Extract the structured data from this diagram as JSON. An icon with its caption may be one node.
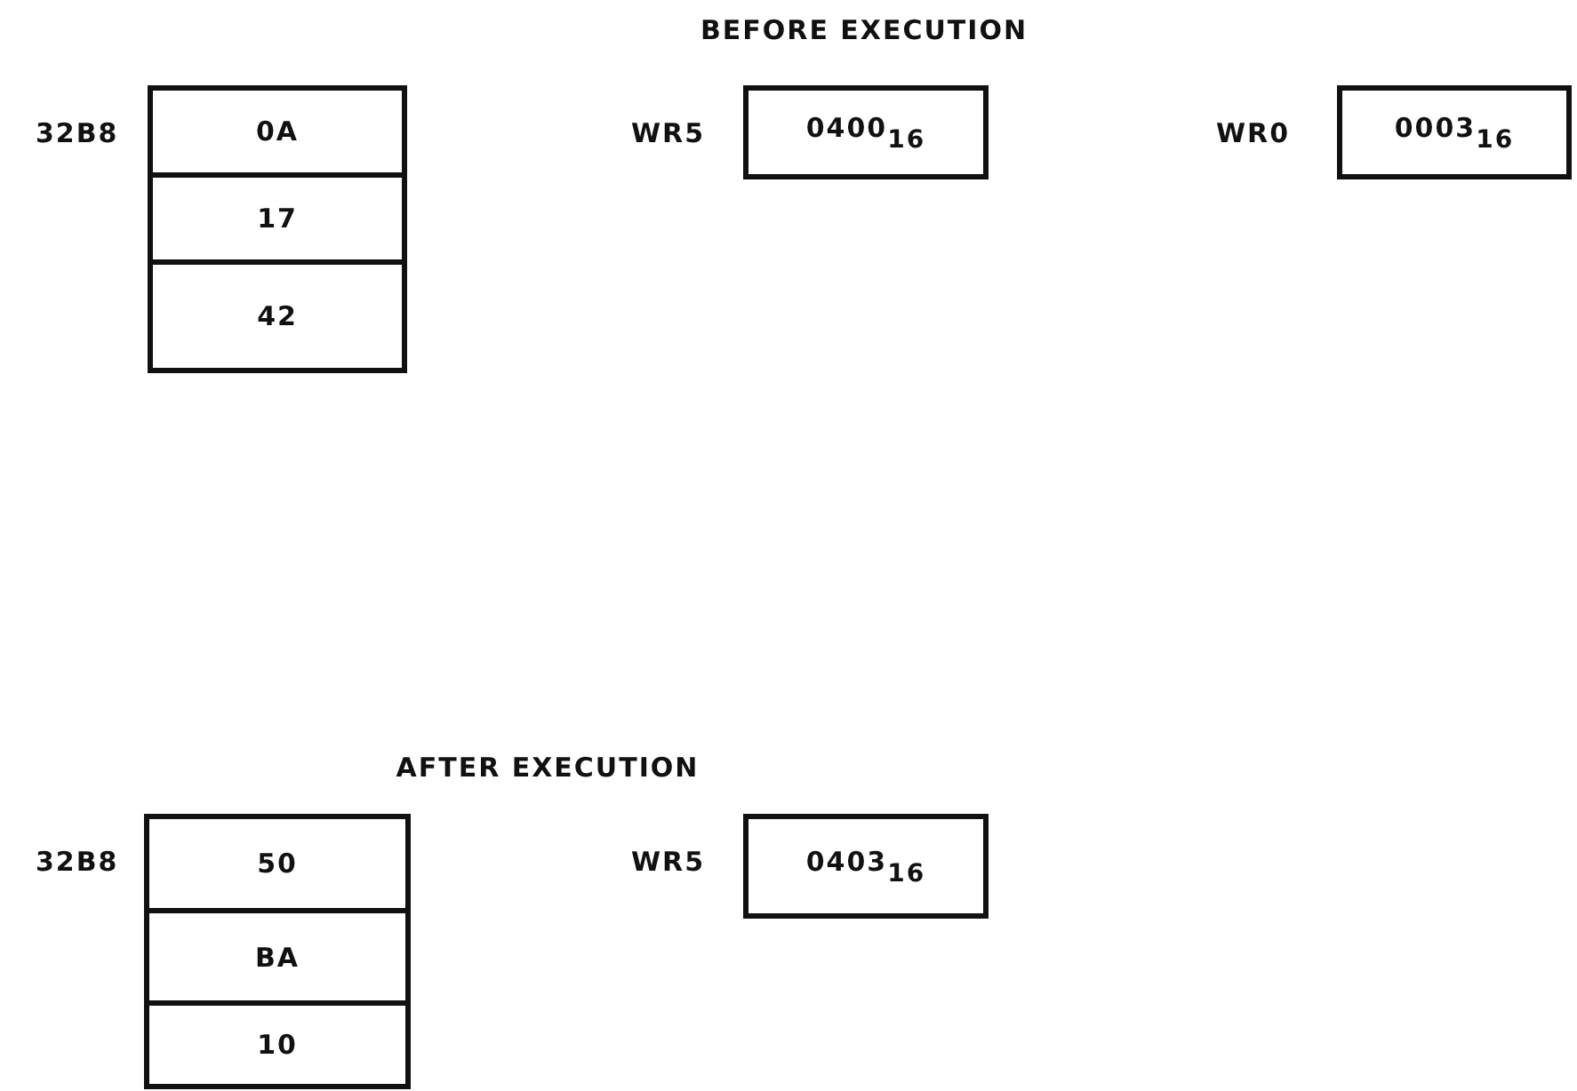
{
  "diagram": {
    "nodes": [
      {
        "text": [
          "0A"
        ],
        "beside": [
          "32B8"
        ]
      },
      {
        "text": [
          "17"
        ]
      },
      {
        "text": [
          "42"
        ]
      },
      {
        "text": [
          "0400$_{16}$"
        ],
        "beside": [
          "WR5"
        ]
      },
      {
        "text": [
          "0003$_{16}$"
        ],
        "beside": [
          "WR0"
        ]
      },
      {
        "text": [
          "50"
        ],
        "beside": [
          "32B8"
        ]
      },
      {
        "text": [
          "BA"
        ]
      },
      {
        "text": [
          "10"
        ]
      },
      {
        "text": [
          "0403$_{16}$"
        ],
        "beside": [
          "WR5"
        ]
      }
    ],
    "labels": [
      "BEFORE EXECUTION",
      "AFTER EXECUTION"
    ]
  }
}
